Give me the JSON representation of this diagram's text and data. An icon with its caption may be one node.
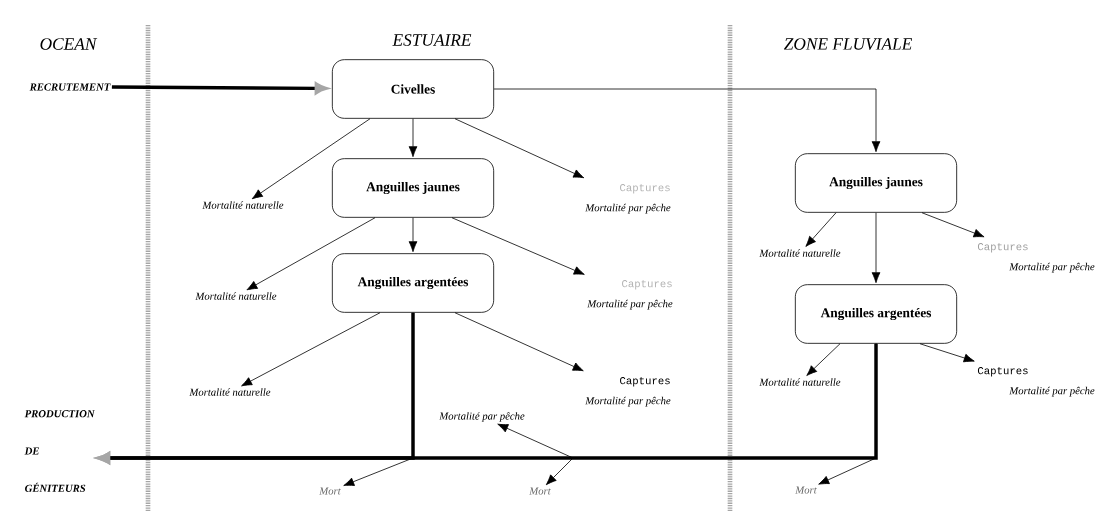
{
  "diagram": {
    "nodes": [
      {
        "text": [
          "RECRUTEMENT"
        ]
      },
      {
        "text": [
          "Civelles"
        ]
      },
      {
        "text": [
          "Anguilles jaunes"
        ]
      },
      {
        "text": [
          "Anguilles argentées"
        ]
      },
      {
        "text": [
          "Anguilles jaunes"
        ]
      },
      {
        "text": [
          "Anguilles argentées"
        ]
      },
      {
        "text": [
          "Mortalité naturelle"
        ]
      },
      {
        "text": [
          "Captures",
          "Mortalité par pêche"
        ]
      },
      {
        "text": [
          "Mortalité naturelle"
        ]
      },
      {
        "text": [
          "Captures",
          "Mortalité par pêche"
        ]
      },
      {
        "text": [
          "Mortalité naturelle"
        ]
      },
      {
        "text": [
          "Captures",
          "Mortalité par pêche"
        ]
      },
      {
        "text": [
          "PRODUCTION DE GÉNITEURS"
        ]
      },
      {
        "text": [
          "Mortalité par pêche"
        ]
      },
      {
        "text": [
          "Mort"
        ]
      },
      {
        "text": [
          "Mort"
        ]
      },
      {
        "text": [
          "Mortalité naturelle"
        ]
      },
      {
        "text": [
          "Captures",
          "Mortalité par pêche"
        ]
      },
      {
        "text": [
          "Mortalité naturelle"
        ]
      },
      {
        "text": [
          "Captures",
          "Mortalité par pêche"
        ]
      },
      {
        "text": [
          "Mort"
        ]
      }
    ],
    "edges": [
      {
        "from": 0,
        "to": 1,
        "arrow": "to",
        "style": "thick"
      },
      {
        "from": 1,
        "to": 2,
        "arrow": "to"
      },
      {
        "from": 2,
        "to": 3,
        "arrow": "to"
      },
      {
        "from": 1,
        "to": 6,
        "arrow": "to"
      },
      {
        "from": 1,
        "to": 7,
        "arrow": "to"
      },
      {
        "from": 2,
        "to": 8,
        "arrow": "to"
      },
      {
        "from": 2,
        "to": 9,
        "arrow": "to"
      },
      {
        "from": 3,
        "to": 10,
        "arrow": "to"
      },
      {
        "from": 3,
        "to": 11,
        "arrow": "to"
      },
      {
        "from": 1,
        "to": 4,
        "arrow": "to"
      },
      {
        "from": 4,
        "to": 16,
        "arrow": "to"
      },
      {
        "from": 4,
        "to": 17,
        "arrow": "to"
      },
      {
        "from": 4,
        "to": 5,
        "arrow": "to"
      },
      {
        "from": 5,
        "to": 18,
        "arrow": "to"
      },
      {
        "from": 5,
        "to": 19,
        "arrow": "to"
      },
      {
        "from": 3,
        "to": 12,
        "arrow": "to",
        "style": "thick"
      },
      {
        "from": 3,
        "to": 14,
        "arrow": "to"
      },
      {
        "from": 5,
        "to": 12,
        "arrow": "to",
        "style": "thick"
      },
      {
        "from": 5,
        "to": 20,
        "arrow": "to"
      },
      {
        "from": 5,
        "to": 15,
        "arrow": "to"
      },
      {
        "from": 5,
        "to": 13,
        "arrow": "to"
      }
    ],
    "labels": [
      "OCEAN",
      "ESTUAIRE",
      "ZONE FLUVIALE"
    ]
  }
}
